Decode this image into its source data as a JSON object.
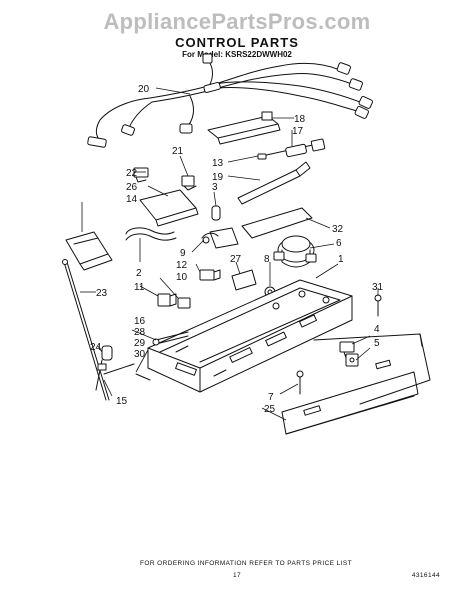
{
  "watermark": "AppliancePartsPros.com",
  "title": "CONTROL PARTS",
  "model_line": "For Model: KSRS22DWWH02",
  "footer": {
    "ordering_note": "FOR ORDERING INFORMATION REFER TO PARTS PRICE LIST",
    "page_number": "17",
    "doc_number": "4316144"
  },
  "callouts": [
    {
      "id": "c20",
      "label": "20"
    },
    {
      "id": "c18",
      "label": "18"
    },
    {
      "id": "c17",
      "label": "17"
    },
    {
      "id": "c21",
      "label": "21"
    },
    {
      "id": "c13",
      "label": "13"
    },
    {
      "id": "c19",
      "label": "19"
    },
    {
      "id": "c22",
      "label": "22"
    },
    {
      "id": "c3",
      "label": "3"
    },
    {
      "id": "c26",
      "label": "26"
    },
    {
      "id": "c14",
      "label": "14"
    },
    {
      "id": "c32",
      "label": "32"
    },
    {
      "id": "c6",
      "label": "6"
    },
    {
      "id": "c9",
      "label": "9"
    },
    {
      "id": "c1",
      "label": "1"
    },
    {
      "id": "c12",
      "label": "12"
    },
    {
      "id": "c27",
      "label": "27"
    },
    {
      "id": "c8",
      "label": "8"
    },
    {
      "id": "c2",
      "label": "2"
    },
    {
      "id": "c10",
      "label": "10"
    },
    {
      "id": "c11",
      "label": "11"
    },
    {
      "id": "c23",
      "label": "23"
    },
    {
      "id": "c31",
      "label": "31"
    },
    {
      "id": "c16",
      "label": "16"
    },
    {
      "id": "c28",
      "label": "28"
    },
    {
      "id": "c29",
      "label": "29"
    },
    {
      "id": "c24",
      "label": "24"
    },
    {
      "id": "c30",
      "label": "30"
    },
    {
      "id": "c4",
      "label": "4"
    },
    {
      "id": "c5",
      "label": "5"
    },
    {
      "id": "c15",
      "label": "15"
    },
    {
      "id": "c7",
      "label": "7"
    },
    {
      "id": "c25",
      "label": "25"
    }
  ]
}
